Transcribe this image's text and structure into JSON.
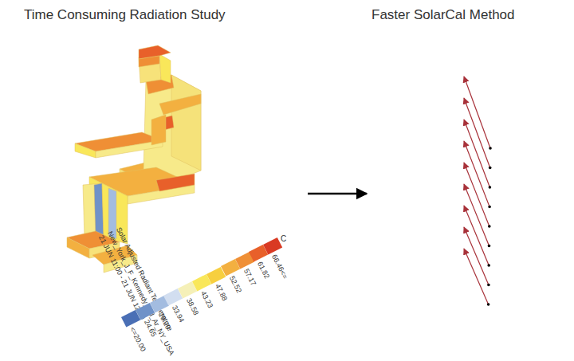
{
  "diagram": {
    "labels": [
      "Time Consuming Radiation Study",
      "Faster SolarCal Method",
      "Solar Adjusted Radiant Temperature",
      "New_York_J_F_Kennedy_Intl_Ar_NY_USA",
      "21 JUN 11:00 - 21 JUN 12:00",
      "C"
    ],
    "legend": [
      {
        "text": "<=20.00",
        "color": "#4a6fb5"
      },
      {
        "text": "24.65",
        "color": "#6f92c8"
      },
      {
        "text": "29.29",
        "color": "#a3bce0"
      },
      {
        "text": "33.94",
        "color": "#d2def0"
      },
      {
        "text": "38.58",
        "color": "#f5f0b8"
      },
      {
        "text": "43.23",
        "color": "#f9e75a"
      },
      {
        "text": "47.88",
        "color": "#f7cf3f"
      },
      {
        "text": "52.52",
        "color": "#f3b040"
      },
      {
        "text": "57.17",
        "color": "#ef8f35"
      },
      {
        "text": "61.82",
        "color": "#e8602a"
      },
      {
        "text": "66.46<=",
        "color": "#d93a23"
      }
    ]
  }
}
